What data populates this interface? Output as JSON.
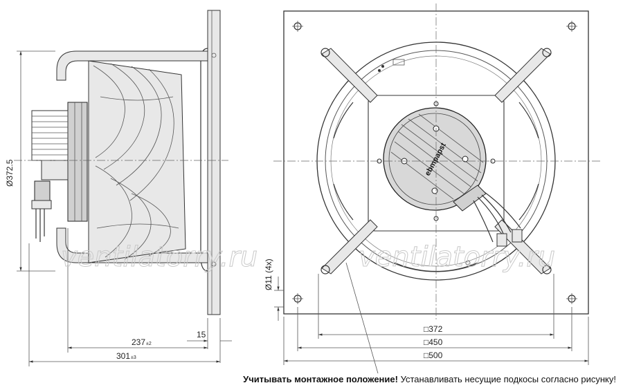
{
  "dimensions": {
    "height_diameter": "Ø372.5",
    "depth_237": "237",
    "depth_237_tol": "±2",
    "depth_15": "15",
    "depth_301": "301",
    "depth_301_tol": "±3",
    "hole_diameter": "Ø11 (4x)",
    "square_372": "□372",
    "square_450": "□450",
    "square_500": "□500"
  },
  "watermark": "ventilatorry.ru",
  "brand_label": "ebmpapst",
  "note": {
    "bold": "Учитывать монтажное положение!",
    "text": " Устанавливать несущие подкосы согласно рисунку!"
  }
}
